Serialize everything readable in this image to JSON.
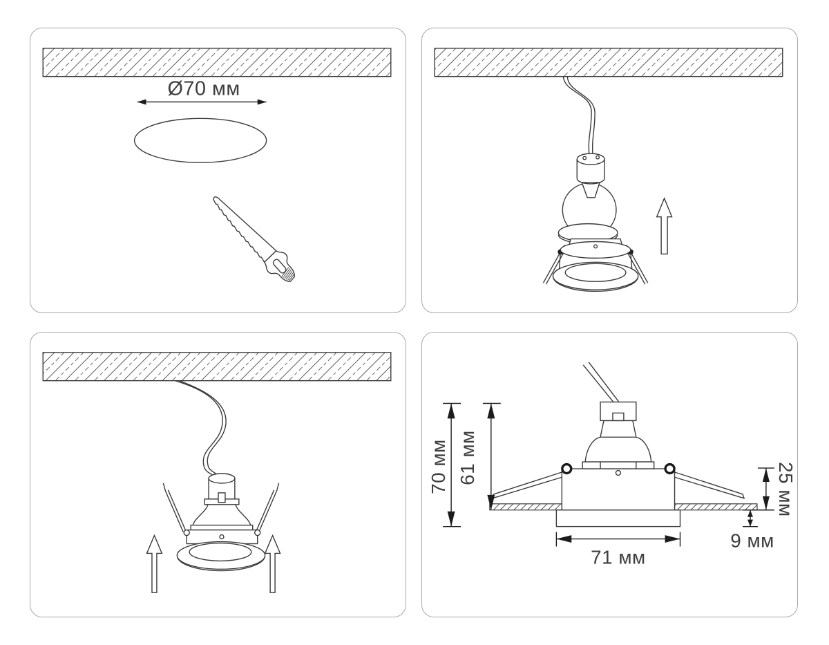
{
  "colors": {
    "background": "#ffffff",
    "panel_border": "#a8a8a8",
    "drawing_line": "#3a3a3a",
    "dimension_line": "#1c1c1c",
    "label_text": "#3d3d3d"
  },
  "labels": {
    "step1": {
      "hole_diameter": "Ø70 мм"
    },
    "step4": {
      "overall_height": "70 мм",
      "recess_height": "61 мм",
      "above_ceiling_height": "25 мм",
      "below_ceiling_height": "9 мм",
      "trim_diameter": "71 мм"
    }
  },
  "icons": {
    "step1": [
      "ceiling-hatch",
      "cutout-hole-ellipse",
      "diameter-dimension-arrow",
      "hand-saw"
    ],
    "step2": [
      "ceiling-hatch",
      "power-wire",
      "spot-lamp",
      "mounting-ring",
      "spring-clips",
      "up-arrow"
    ],
    "step3": [
      "ceiling-hatch",
      "power-wire",
      "assembled-downlight",
      "spring-clips",
      "up-arrow",
      "up-arrow"
    ],
    "step4": [
      "power-wire",
      "downlight-cross-section",
      "ceiling-cross-section",
      "dimension-arrows"
    ]
  }
}
